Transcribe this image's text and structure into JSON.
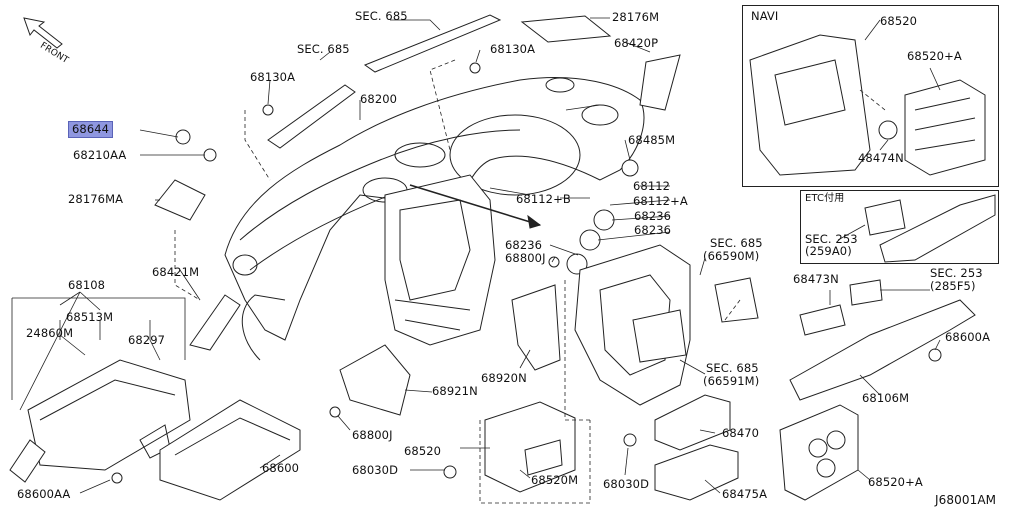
{
  "diagram": {
    "drawing_number": "J68001AM",
    "front_indicator": "FRONT",
    "highlighted_part": "68644",
    "highlight_color": "#8f97e0",
    "labels": {
      "sec685_top": "SEC. 685",
      "p28176M": "28176M",
      "sec685_left": "SEC. 685",
      "p68130A_center": "68130A",
      "p68420P": "68420P",
      "p68130A_left": "68130A",
      "p68200": "68200",
      "p68644": "68644",
      "p68210AA": "68210AA",
      "p68485M": "68485M",
      "p28176MA": "28176MA",
      "p68112": "68112",
      "p68112B": "68112+B",
      "p68112A": "68112+A",
      "p68236_a": "68236",
      "p68236_b": "68236",
      "p68236_c": "68236",
      "p68800J_a": "68800J",
      "p68421M": "68421M",
      "p68108": "68108",
      "p68513M": "68513M",
      "p24860M": "24860M",
      "p68297": "68297",
      "p68920N": "68920N",
      "p68921N": "68921N",
      "p68800J_b": "68800J",
      "p68600": "68600",
      "p68600AA": "68600AA",
      "p68520": "68520",
      "p68030D_a": "68030D",
      "p68520M": "68520M",
      "p68030D_b": "68030D",
      "p68470": "68470",
      "p68475A": "68475A",
      "sec685_mid1": "SEC. 685",
      "sec685_mid1_sub": "(66590M)",
      "sec685_mid2": "SEC. 685",
      "sec685_mid2_sub": "(66591M)",
      "navi_title": "NAVI",
      "navi_68520": "68520",
      "navi_68520A": "68520+A",
      "navi_48474N": "48474N",
      "etc_title": "ETC付用",
      "sec253_a": "SEC. 253",
      "sec253_a_sub": "(259A0)",
      "p68473N": "68473N",
      "sec253_b": "SEC. 253",
      "sec253_b_sub": "(285F5)",
      "p68600A": "68600A",
      "p68106M": "68106M",
      "p68520A_bottom": "68520+A"
    }
  }
}
